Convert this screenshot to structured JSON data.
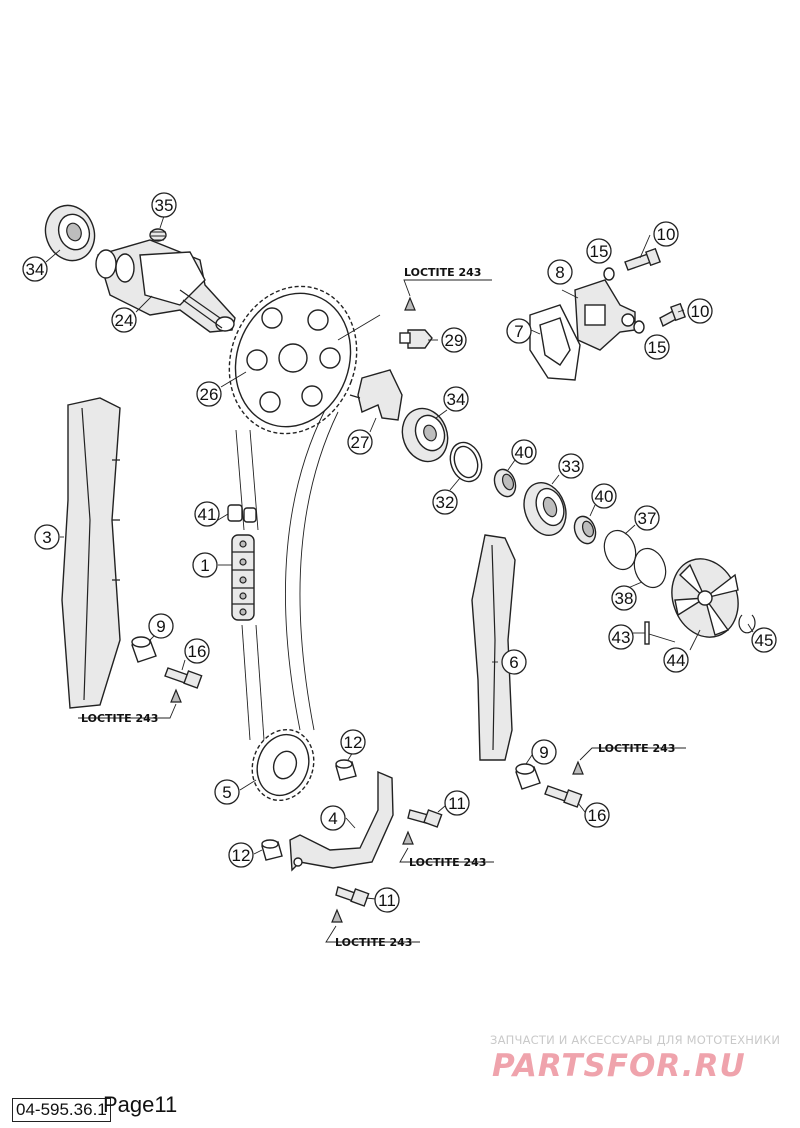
{
  "callouts": {
    "n1": "1",
    "n3": "3",
    "n4": "4",
    "n5": "5",
    "n6": "6",
    "n7": "7",
    "n8": "8",
    "n9a": "9",
    "n9b": "9",
    "n10a": "10",
    "n10b": "10",
    "n11a": "11",
    "n11b": "11",
    "n12a": "12",
    "n12b": "12",
    "n15a": "15",
    "n15b": "15",
    "n16a": "16",
    "n16b": "16",
    "n24": "24",
    "n26": "26",
    "n27": "27",
    "n29": "29",
    "n32": "32",
    "n33": "33",
    "n34a": "34",
    "n34b": "34",
    "n35": "35",
    "n37": "37",
    "n38": "38",
    "n40a": "40",
    "n40b": "40",
    "n41": "41",
    "n43": "43",
    "n44": "44",
    "n45": "45"
  },
  "loctite": {
    "l1": "LOCTITE 243",
    "l2": "LOCTITE 243",
    "l3": "LOCTITE 243",
    "l4": "LOCTITE 243",
    "l5": "LOCTITE 243"
  },
  "footer": {
    "doc_code": "04-595.36.1",
    "page_label": "Page11"
  },
  "watermark": {
    "subtitle": "ЗАПЧАСТИ И АКСЕССУАРЫ ДЛЯ МОТОТЕХНИКИ",
    "brand": "PARTSFOR.RU"
  },
  "colors": {
    "line": "#222222",
    "watermark_brand": "#efa3ac",
    "watermark_text": "#c9c9c9"
  }
}
